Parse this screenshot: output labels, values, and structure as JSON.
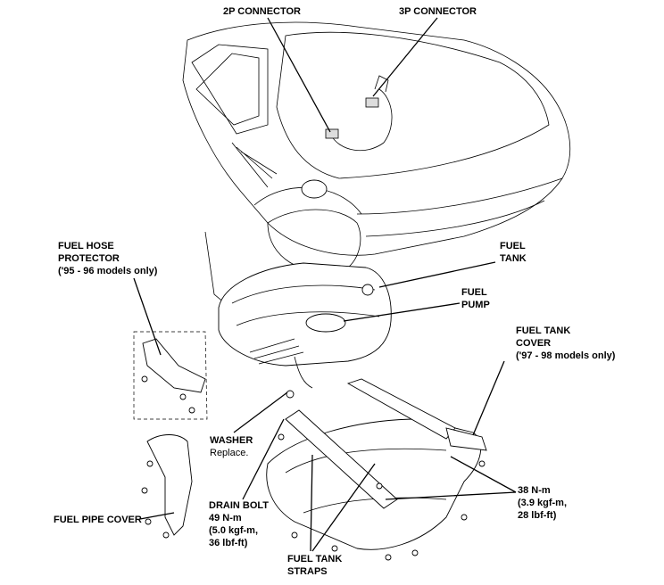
{
  "labels": {
    "connector_2p": "2P CONNECTOR",
    "connector_3p": "3P CONNECTOR",
    "fuel_hose_protector": [
      "FUEL HOSE",
      "PROTECTOR",
      "('95 - 96 models only)"
    ],
    "fuel_tank": [
      "FUEL",
      "TANK"
    ],
    "fuel_pump": [
      "FUEL",
      "PUMP"
    ],
    "fuel_tank_cover": [
      "FUEL TANK",
      "COVER",
      "('97 - 98 models only)"
    ],
    "washer": [
      "WASHER",
      "Replace."
    ],
    "drain_bolt": [
      "DRAIN BOLT",
      "49 N-m",
      "(5.0 kgf-m,",
      "36 lbf-ft)"
    ],
    "fuel_tank_straps": [
      "FUEL TANK",
      "STRAPS"
    ],
    "torque_38": [
      "38 N-m",
      "(3.9 kgf-m,",
      "28 lbf-ft)"
    ],
    "fuel_pipe_cover": "FUEL PIPE COVER"
  }
}
